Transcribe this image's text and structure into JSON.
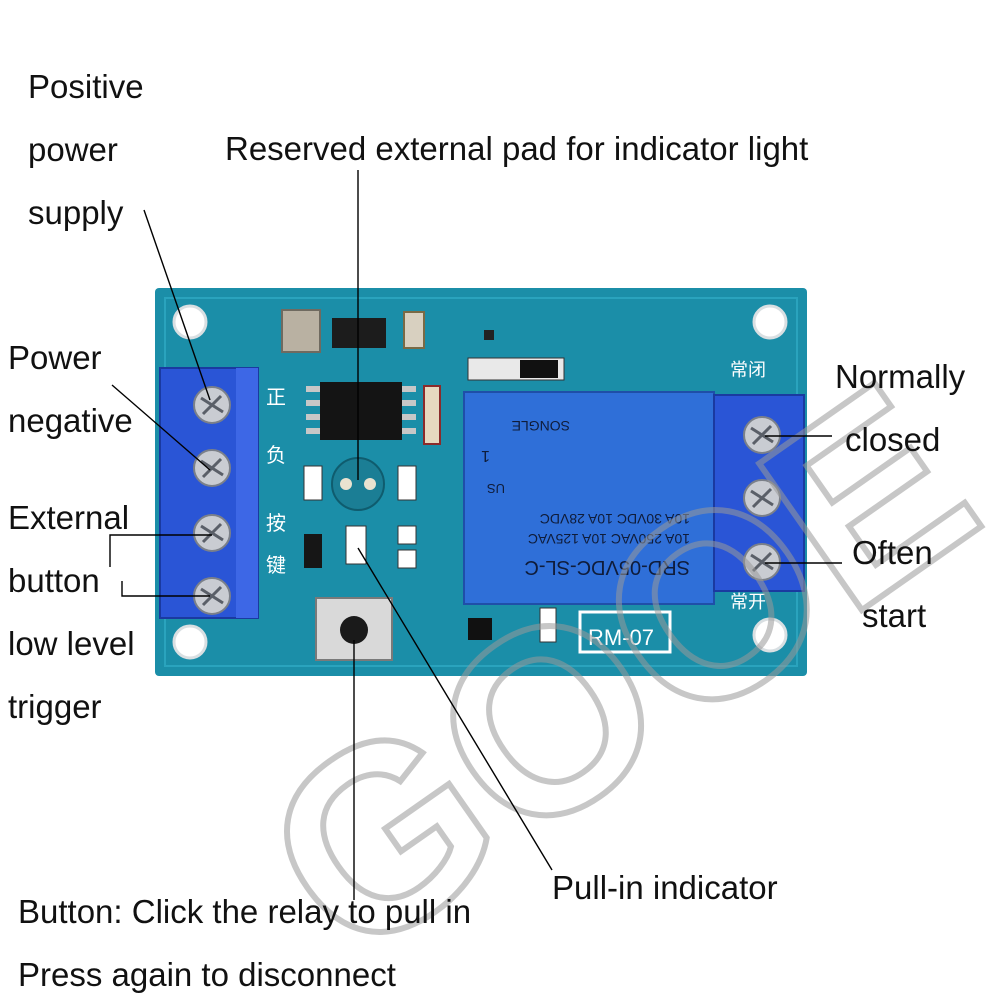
{
  "labels": {
    "positive_supply": [
      "Positive",
      "power",
      "supply"
    ],
    "reserved_pad": "Reserved external pad for indicator light",
    "power_negative": [
      "Power",
      "negative"
    ],
    "external_button": [
      "External",
      "button",
      "low level",
      "trigger"
    ],
    "normally_closed": [
      "Normally",
      "closed"
    ],
    "often_start": [
      "Often",
      "start"
    ],
    "pull_in": "Pull-in indicator",
    "button_note": [
      "Button: Click the relay to pull in",
      "Press again to disconnect"
    ]
  },
  "board": {
    "silk_left": [
      "正",
      "负",
      "按",
      "键"
    ],
    "silk_right_top": "常闭",
    "silk_right_bottom": "常开",
    "relay_model": "SRD-05VDC-SL-C",
    "relay_specs": [
      "10A 250VAC  10A 125VAC",
      "10A 30VDC  10A 28VDC"
    ],
    "relay_brand": "SONGLE",
    "relay_pin": "1",
    "relay_cert": "US",
    "module_id": "RM-07"
  },
  "watermark": "GOOE",
  "colors": {
    "pcb": "#1b8ea8",
    "pcb_dark": "#167d93",
    "terminal": "#2a55d6",
    "relay": "#2f6fd8",
    "line": "#000000",
    "watermark": "#9a9a9a"
  }
}
